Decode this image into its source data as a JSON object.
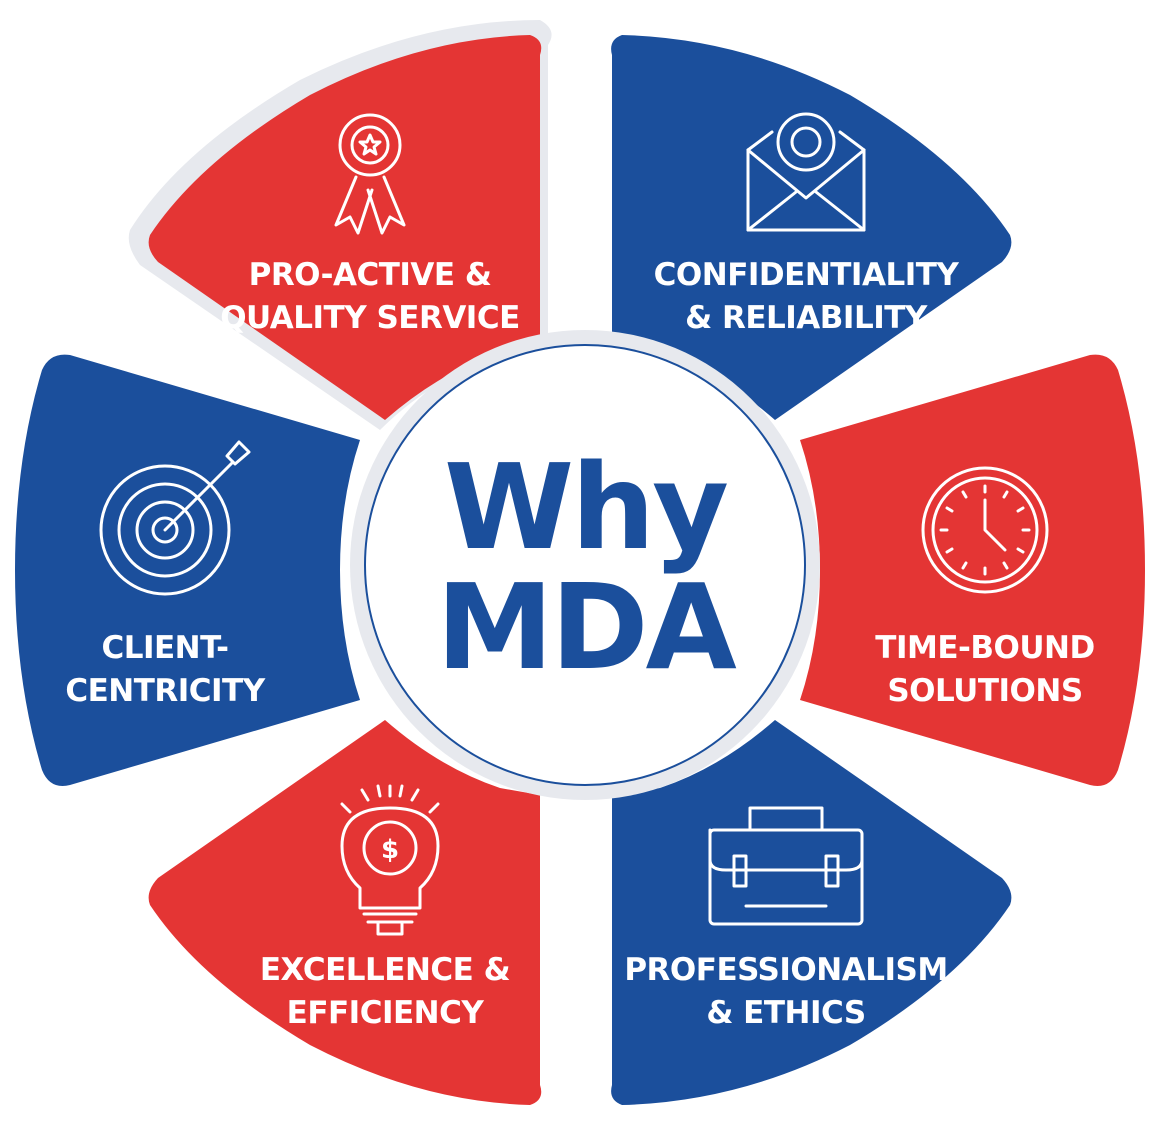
{
  "center": {
    "line1": "Why",
    "line2": "MDA"
  },
  "colors": {
    "red": "#e43534",
    "blue": "#1b4f9c",
    "ring": "#e7e9ee",
    "white": "#ffffff"
  },
  "segments": [
    {
      "icon": "award-ribbon-icon",
      "color": "red",
      "line1": "PRO-ACTIVE &",
      "line2": "QUALITY SERVICE"
    },
    {
      "icon": "envelope-gear-icon",
      "color": "blue",
      "line1": "CONFIDENTIALITY",
      "line2": "& RELIABILITY"
    },
    {
      "icon": "clock-icon",
      "color": "red",
      "line1": "TIME-BOUND",
      "line2": "SOLUTIONS"
    },
    {
      "icon": "briefcase-icon",
      "color": "blue",
      "line1": "PROFESSIONALISM",
      "line2": "& ETHICS"
    },
    {
      "icon": "lightbulb-dollar-icon",
      "color": "red",
      "line1": "EXCELLENCE &",
      "line2": "EFFICIENCY"
    },
    {
      "icon": "target-dart-icon",
      "color": "blue",
      "line1": "CLIENT-",
      "line2": "CENTRICITY"
    }
  ]
}
